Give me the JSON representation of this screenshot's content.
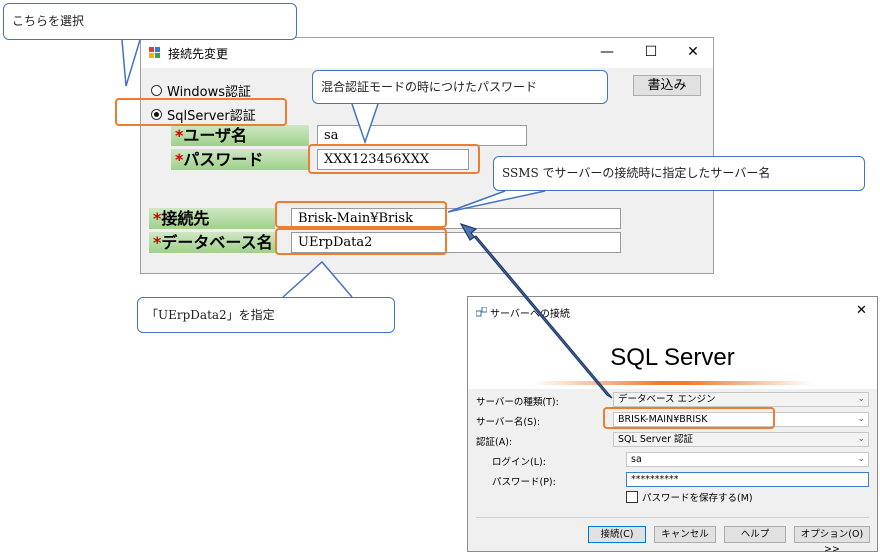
{
  "callouts": {
    "select_this": "こちらを選択",
    "mixed_auth_password": "混合認証モードの時につけたパスワード",
    "ssms_server_name": "SSMS でサーバーの接続時に指定したサーバー名",
    "specify_db": "「UErpData2」を指定"
  },
  "connect_dialog": {
    "title": "接続先変更",
    "window_buttons": {
      "minimize": "—",
      "maximize": "☐",
      "close": "✕"
    },
    "auth_options": [
      {
        "label": "Windows認証",
        "selected": false
      },
      {
        "label": "SqlServer認証",
        "selected": true
      }
    ],
    "write_button": "書込み",
    "required_mark": "*",
    "fields": {
      "user": {
        "label": "ユーザ名",
        "value": "sa"
      },
      "password": {
        "label": "パスワード",
        "value": "XXX123456XXX"
      },
      "server": {
        "label": "接続先",
        "value": "Brisk-Main¥Brisk"
      },
      "database": {
        "label": "データベース名",
        "value": "UErpData2"
      }
    }
  },
  "sql_dialog": {
    "title": "サーバーへの接続",
    "close": "✕",
    "product": "SQL Server",
    "fields": {
      "server_type": {
        "label": "サーバーの種類(T):",
        "value": "データベース エンジン"
      },
      "server_name": {
        "label": "サーバー名(S):",
        "value": "BRISK-MAIN¥BRISK"
      },
      "auth": {
        "label": "認証(A):",
        "value": "SQL Server 認証"
      },
      "login": {
        "label": "ログイン(L):",
        "value": "sa"
      },
      "password": {
        "label": "パスワード(P):",
        "value": "**********"
      }
    },
    "save_password": "パスワードを保存する(M)",
    "buttons": {
      "connect": "接続(C)",
      "cancel": "キャンセル",
      "help": "ヘルプ",
      "options": "オプション(O) >>"
    },
    "chevron": "⌄"
  },
  "colors": {
    "callout_border": "#4472c4",
    "highlight": "#ed7d31",
    "label_green": "#9fd08c",
    "required": "#d40000"
  }
}
